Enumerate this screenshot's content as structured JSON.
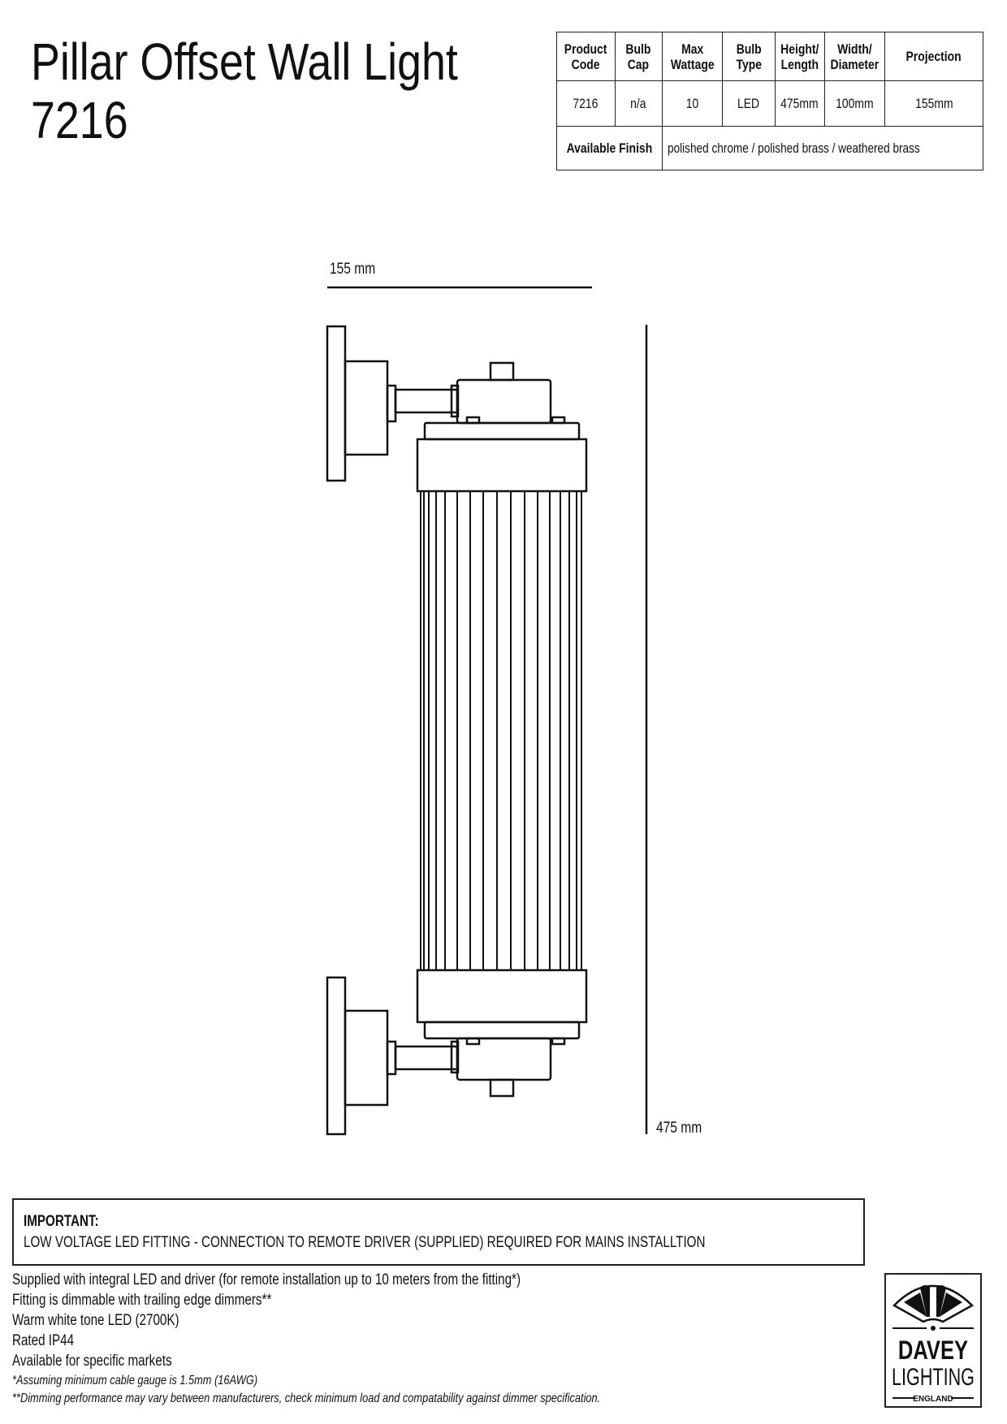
{
  "title": {
    "line1": "Pillar Offset Wall Light",
    "line2": "7216"
  },
  "spec_table": {
    "headers": [
      [
        "Product",
        "Code"
      ],
      [
        "Bulb",
        "Cap"
      ],
      [
        "Max",
        "Wattage"
      ],
      [
        "Bulb",
        "Type"
      ],
      [
        "Height/",
        "Length"
      ],
      [
        "Width/",
        "Diameter"
      ],
      [
        "Projection",
        ""
      ]
    ],
    "values": [
      "7216",
      "n/a",
      "10",
      "LED",
      "475mm",
      "100mm",
      "155mm"
    ],
    "finish_label": "Available Finish",
    "finish_value": "polished chrome / polished brass / weathered brass"
  },
  "drawing": {
    "projection_label": "155 mm",
    "height_label": "475 mm"
  },
  "important": {
    "heading": "IMPORTANT:",
    "text": "LOW VOLTAGE LED FITTING - CONNECTION TO REMOTE DRIVER (SUPPLIED) REQUIRED FOR MAINS INSTALLTION"
  },
  "notes": [
    "Supplied with integral LED and driver (for remote installation up to 10 meters from the fitting*)",
    "Fitting is dimmable with trailing edge dimmers**",
    "Warm white tone LED (2700K)",
    "Rated IP44",
    "Available for specific markets"
  ],
  "footnotes": [
    "*Assuming minimum cable gauge is 1.5mm (16AWG)",
    "**Dimming performance may vary between manufacturers, check minimum load and compatability against dimmer specification."
  ],
  "logo": {
    "line1": "DAVEY",
    "line2": "LIGHTING",
    "line3": "ENGLAND"
  }
}
